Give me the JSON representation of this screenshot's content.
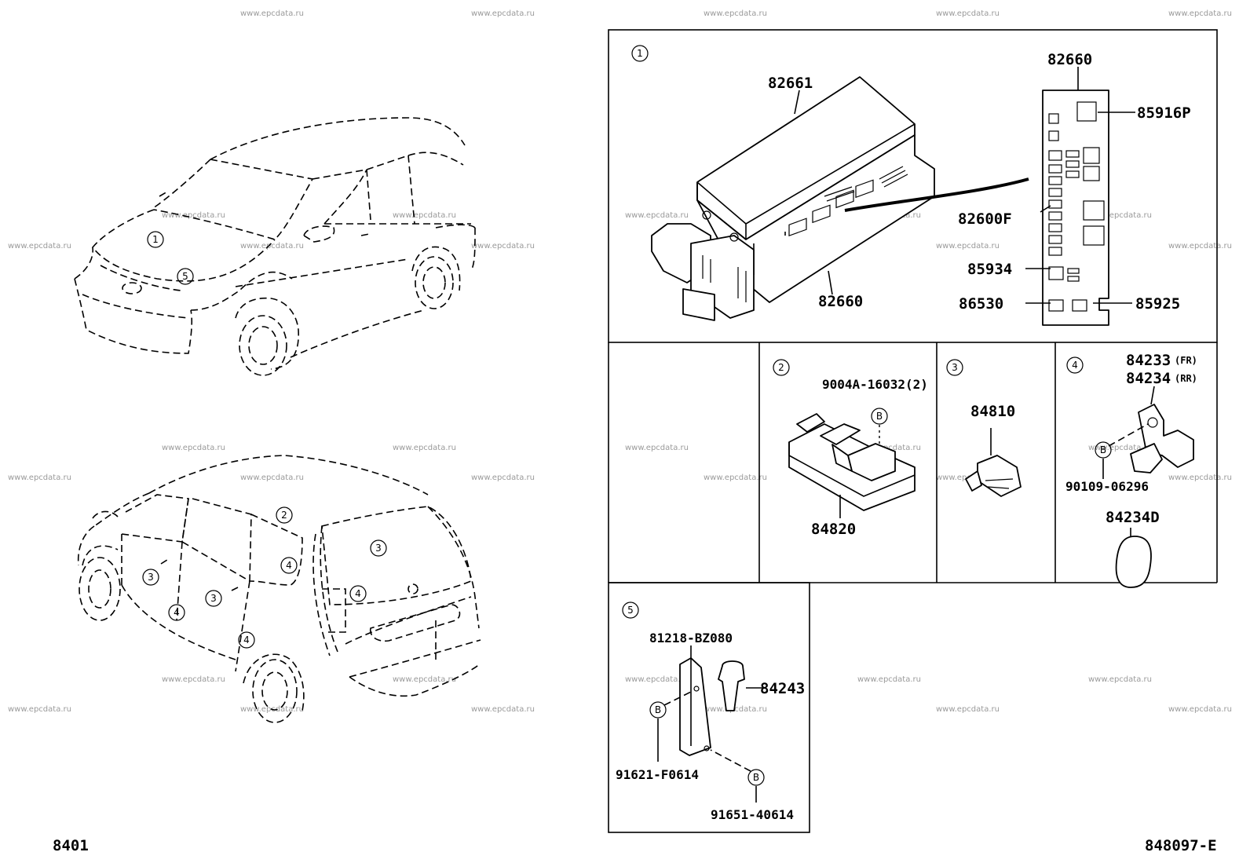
{
  "page_left_code": "8401",
  "page_right_code": "848097-E",
  "watermark": "www.epcdata.ru",
  "index_1": "1",
  "index_2": "2",
  "index_3": "3",
  "index_4": "4",
  "index_5": "5",
  "callout_b": "B",
  "part_82661": "82661",
  "part_82660_top": "82660",
  "part_82660_bottom": "82660",
  "part_85916p": "85916P",
  "part_82600f": "82600F",
  "part_85934": "85934",
  "part_86530": "86530",
  "part_85925": "85925",
  "part_9004a": "9004A-16032(2)",
  "part_84820": "84820",
  "part_84810": "84810",
  "part_84233": "84233",
  "part_84233_note": "(FR)",
  "part_84234": "84234",
  "part_84234_note": "(RR)",
  "part_90109": "90109-06296",
  "part_84234d": "84234D",
  "part_81218": "81218-BZ080",
  "part_84243": "84243",
  "part_91621": "91621-F0614",
  "part_91651": "91651-40614"
}
